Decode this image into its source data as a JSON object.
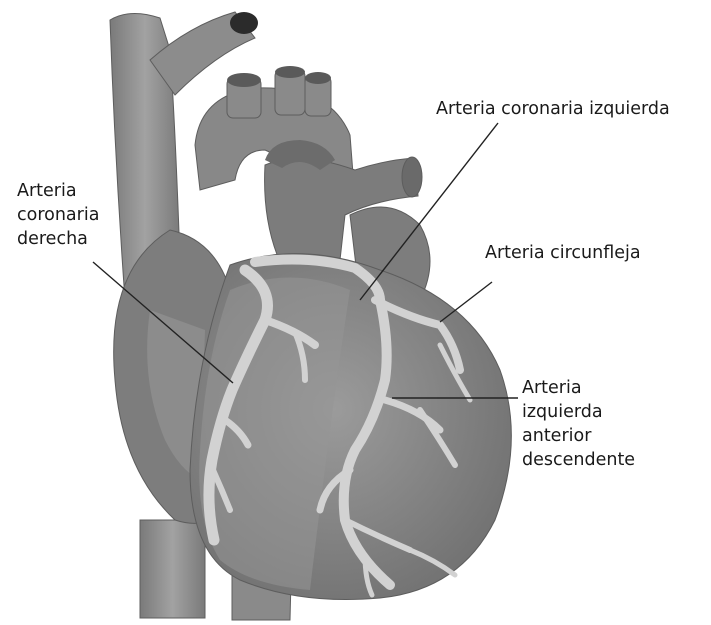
{
  "labels": {
    "left_coronary": "Arteria coronaria izquierda",
    "right_coronary": [
      "Arteria",
      "coronaria",
      "derecha"
    ],
    "circumflex": "Arteria circunfleja",
    "lad": [
      "Arteria",
      "izquierda",
      "anterior",
      "descendente"
    ]
  },
  "colors": {
    "heart_body": "#8f8f8f",
    "heart_dark": "#6e6e6e",
    "vessel_light": "#a8a8a8",
    "artery": "#d2d2d2",
    "leader_line": "#222222"
  }
}
